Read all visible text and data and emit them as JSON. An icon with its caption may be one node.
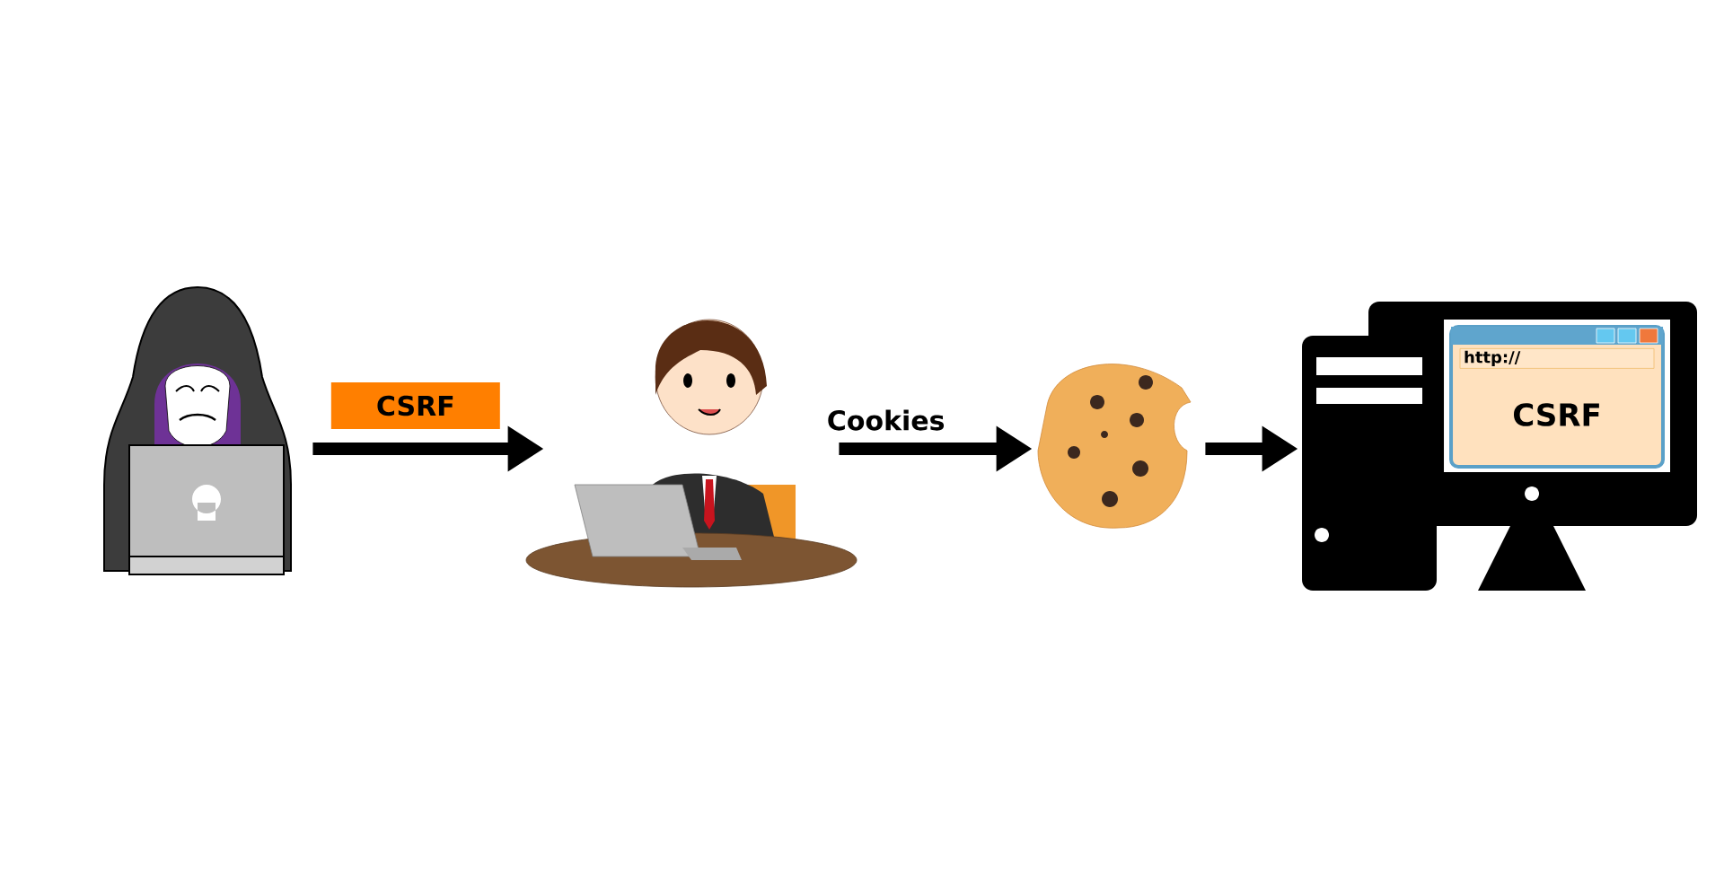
{
  "diagram": {
    "nodes": [
      {
        "text": [],
        "shape": "person"
      },
      {
        "text": [],
        "shape": "person"
      },
      {
        "text": [],
        "shape": "picture"
      },
      {
        "text": [],
        "shape": "picture"
      },
      {
        "text": [
          "http://",
          "CSRF"
        ],
        "in": 3
      }
    ],
    "edges": [
      {
        "from": 0,
        "to": 1,
        "arrow": "to",
        "label": "CSRF"
      },
      {
        "from": 1,
        "to": 2,
        "arrow": "to",
        "label": "Cookies"
      },
      {
        "from": 2,
        "to": 3,
        "arrow": "to"
      }
    ]
  }
}
